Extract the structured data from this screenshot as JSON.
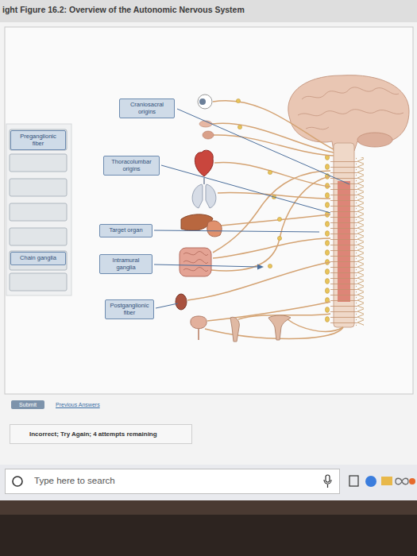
{
  "diagram": {
    "title": "ight Figure 16.2: Overview of the Autonomic Nervous System",
    "nodes": [
      {
        "text": [
          "Craniosacral origins"
        ]
      },
      {
        "text": [
          "Preganglionic fiber"
        ]
      },
      {
        "text": [
          "Thoracolumbar origins"
        ]
      },
      {
        "text": [
          "Target organ"
        ]
      },
      {
        "text": [
          "Chain ganglia"
        ]
      },
      {
        "text": [
          "Intramural ganglia"
        ]
      },
      {
        "text": [
          "Postganglionic fiber"
        ]
      },
      {
        "text": [
          "Submit"
        ]
      },
      {
        "text": [
          "Incorrect; Try Again; 4 attempts remaining"
        ]
      },
      {
        "text": [
          "Type here to search"
        ]
      }
    ],
    "labels": [
      "Previous Answers"
    ]
  }
}
